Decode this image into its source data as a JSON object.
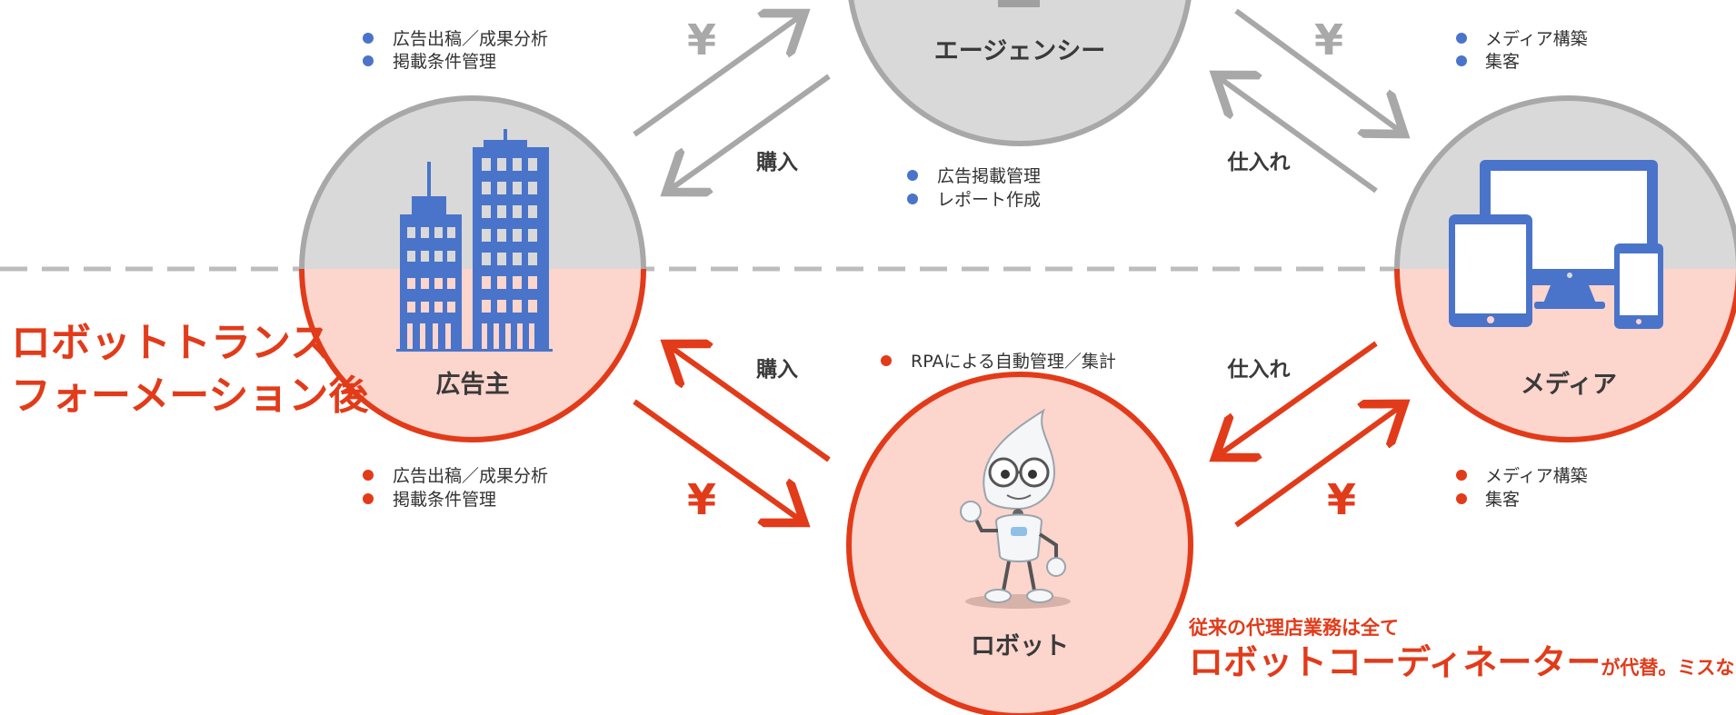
{
  "colors": {
    "gray_zone": "#d9d9d9",
    "gray_ring": "#a8a8a8",
    "red_zone": "#fcd5cd",
    "red": "#e23b1a",
    "blue": "#4a74c9",
    "divider": "#bdbdbd"
  },
  "section_title": {
    "line1": "ロボットトランス",
    "line2": "フォーメーション後"
  },
  "nodes": {
    "advertiser": {
      "label": "広告主",
      "icon": "building-icon"
    },
    "agency": {
      "label": "エージェンシー"
    },
    "media": {
      "label": "メディア",
      "icon": "devices-icon"
    },
    "robot": {
      "label": "ロボット",
      "icon": "robot-mascot-icon"
    }
  },
  "edges": {
    "top_left_purchase": "購入",
    "top_right_purchase": "仕入れ",
    "bottom_left_purchase": "購入",
    "bottom_right_purchase": "仕入れ",
    "yen": "¥"
  },
  "bullets": {
    "advertiser_top": [
      "広告出稿／成果分析",
      "掲載条件管理"
    ],
    "media_top": [
      "メディア構築",
      "集客"
    ],
    "agency": [
      "広告掲載管理",
      "レポート作成"
    ],
    "robot": [
      "RPAによる自動管理／集計"
    ],
    "advertiser_bottom": [
      "広告出稿／成果分析",
      "掲載条件管理"
    ],
    "media_bottom": [
      "メディア構築",
      "集客"
    ]
  },
  "tagline": {
    "line1": "従来の代理店業務は全て",
    "highlight": "ロボットコーディネーター",
    "suffix": "が代替。ミスなく速い。"
  }
}
